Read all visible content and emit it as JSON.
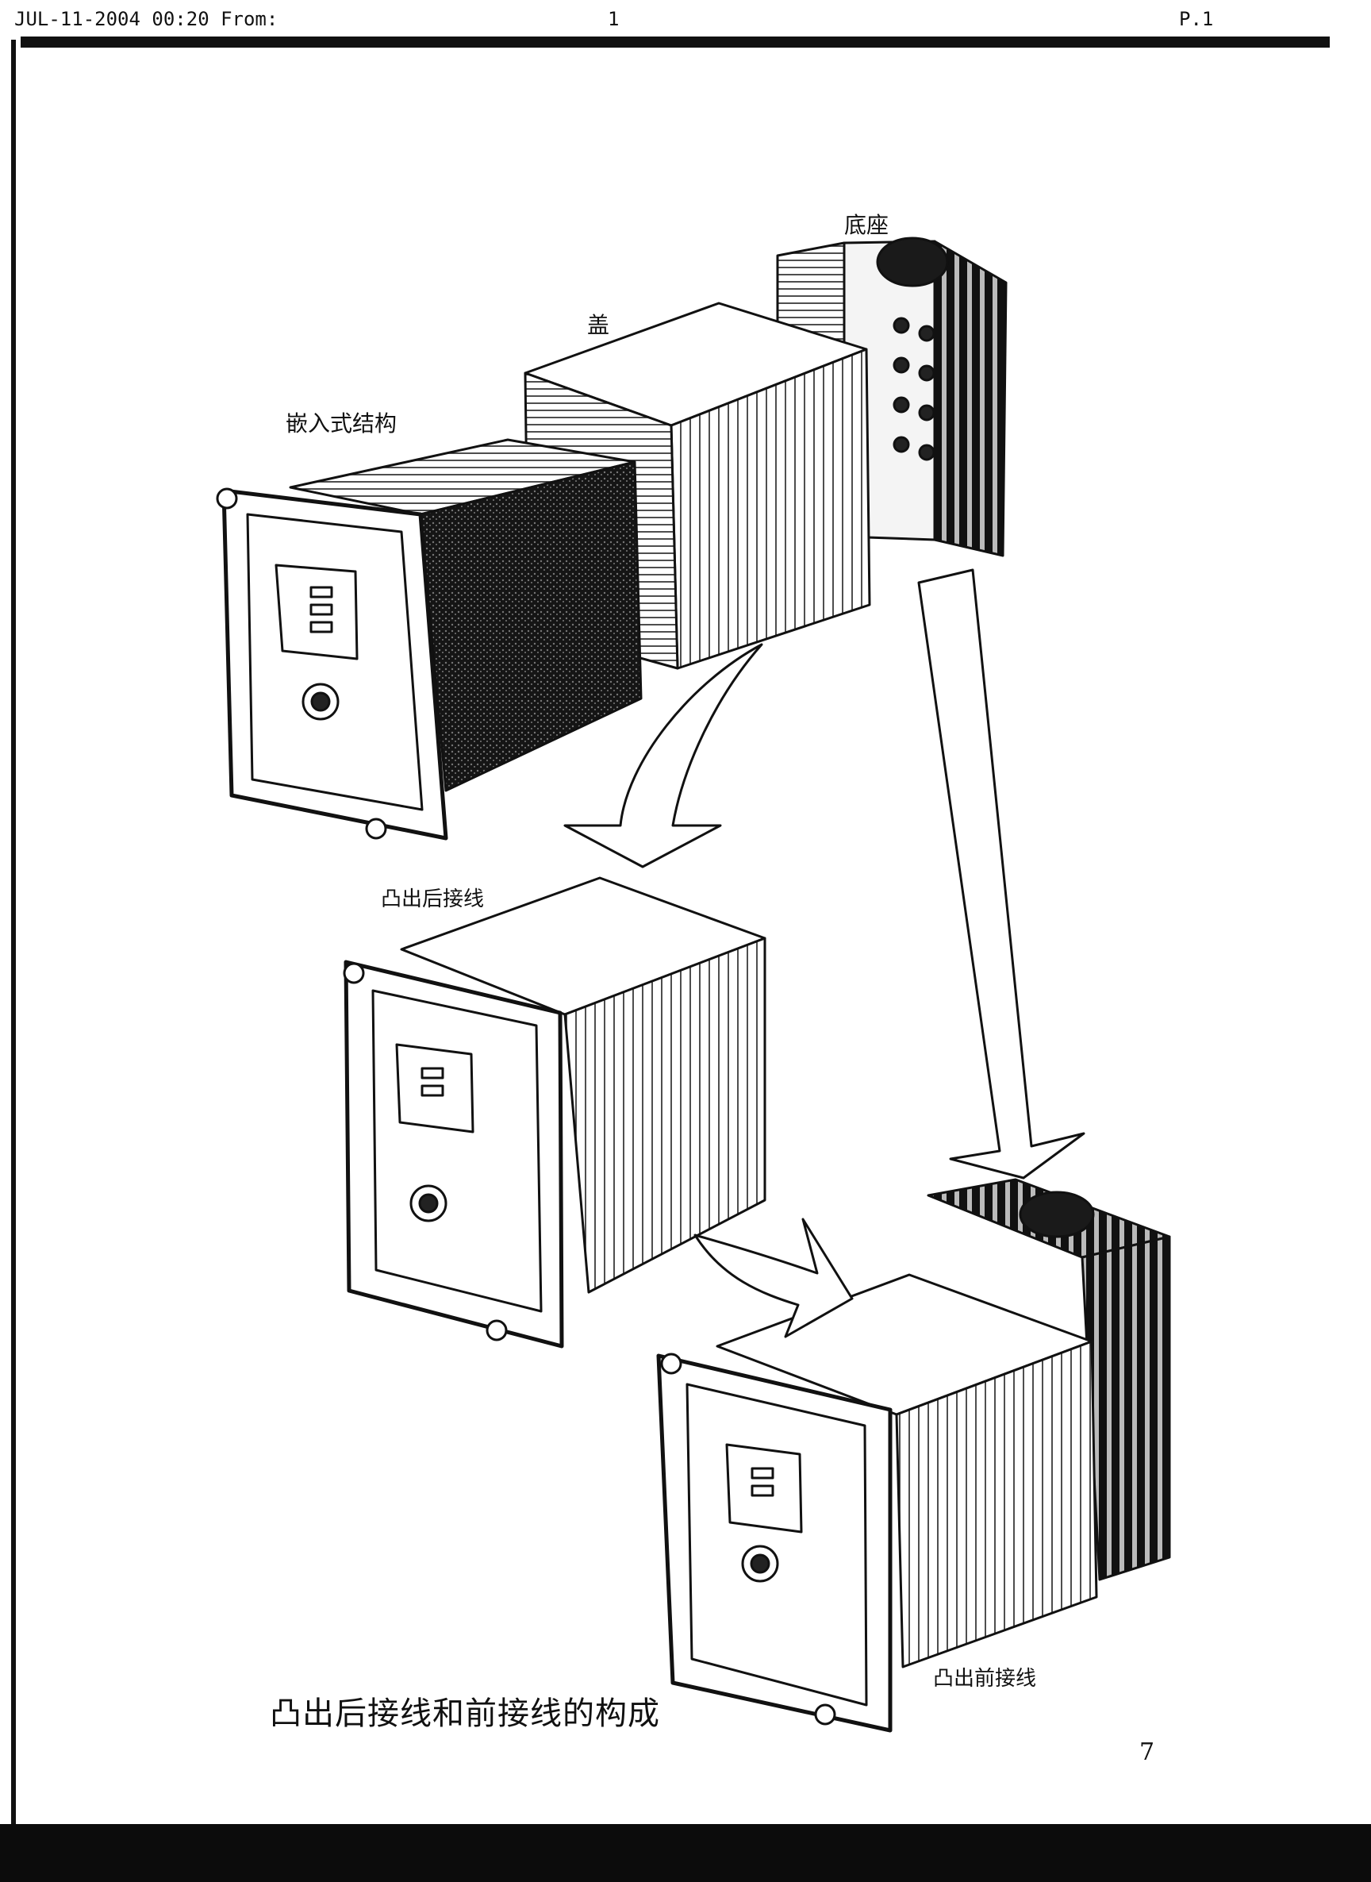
{
  "fax": {
    "header": "JUL-11-2004 00:20 From:",
    "page_number": "1",
    "page_id": "P.1"
  },
  "labels": {
    "base": "底座",
    "cover": "盖",
    "embedded_structure": "嵌入式结构",
    "protruding_rear_wiring": "凸出后接线",
    "protruding_front_wiring": "凸出前接线"
  },
  "caption": "凸出后接线和前接线的构成",
  "page_number": "7"
}
